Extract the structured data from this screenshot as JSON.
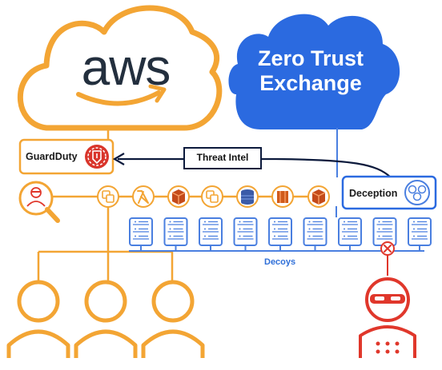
{
  "cloud": {
    "brand": "aws",
    "zte_title": "Zero Trust\nExchange"
  },
  "labels": {
    "guardduty": "GuardDuty",
    "threat_intel": "Threat Intel",
    "deception": "Deception",
    "decoys": "Decoys"
  },
  "colors": {
    "aws_orange": "#f3a534",
    "aws_text": "#232f3e",
    "zscaler_blue": "#2b6ae0",
    "decoy_blue": "#4a7fe0",
    "threat_red": "#e0372b",
    "guardduty_red": "#d9352b",
    "navy_arrow": "#0c1a3c"
  },
  "icons": {
    "resource_icons": [
      "stack-icon",
      "lambda-icon",
      "cube-icon",
      "stack-icon",
      "database-icon",
      "cube-icon",
      "cube-icon"
    ],
    "decoy_server_count": 9,
    "user_count": 3
  }
}
